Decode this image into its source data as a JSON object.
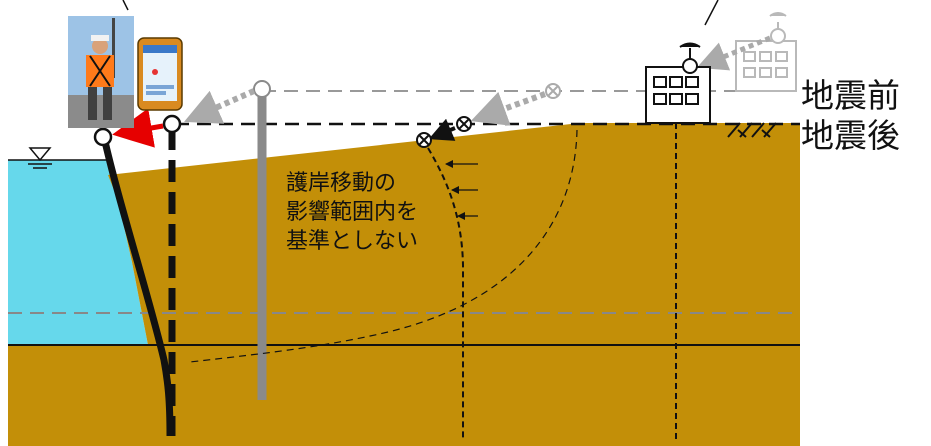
{
  "labels": {
    "before_quake": "地震前",
    "after_quake": "地震後",
    "note_line1": "護岸移動の",
    "note_line2": "影響範囲内を",
    "note_line3": "基準としない"
  },
  "colors": {
    "soil": "#c38f08",
    "water": "#66d8eb",
    "arrow_red": "#e60000",
    "arrow_gray": "#aaaaaa",
    "pole_gray": "#8a8a8a",
    "line_dark": "#111111"
  },
  "icons": {
    "surveyor": "surveyor-photo",
    "phone": "gnss-smartphone",
    "building_before": "building-with-gnss-antenna-before",
    "building_after": "building-with-gnss-antenna-after",
    "water_level": "water-level-triangle-icon",
    "ground_hatch": "ground-hatch-icon",
    "survey_marker": "cross-circle-marker-icon"
  }
}
